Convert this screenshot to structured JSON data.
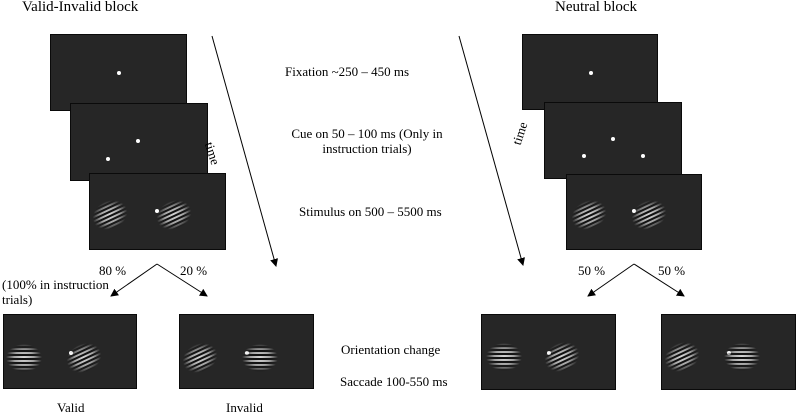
{
  "blocks": {
    "valid_invalid": "Valid-Invalid block",
    "neutral": "Neutral block"
  },
  "axis": {
    "time": "time"
  },
  "phases": {
    "fixation": "Fixation ~250 – 450 ms",
    "cue": "Cue on 50 – 100 ms (Only in instruction trials)",
    "stimulus": "Stimulus on 500 – 5500 ms",
    "orientation_change": "Orientation change",
    "saccade": "Saccade 100-550 ms"
  },
  "probabilities": {
    "valid": "80 %",
    "invalid": "20 %",
    "instruction_note": "(100% in instruction trials)",
    "neutral_left": "50 %",
    "neutral_right": "50 %"
  },
  "outcomes": {
    "valid": "Valid",
    "invalid": "Invalid"
  },
  "colors": {
    "screen": "#262626",
    "dot": "#ffffff",
    "arrow": "#000000"
  }
}
